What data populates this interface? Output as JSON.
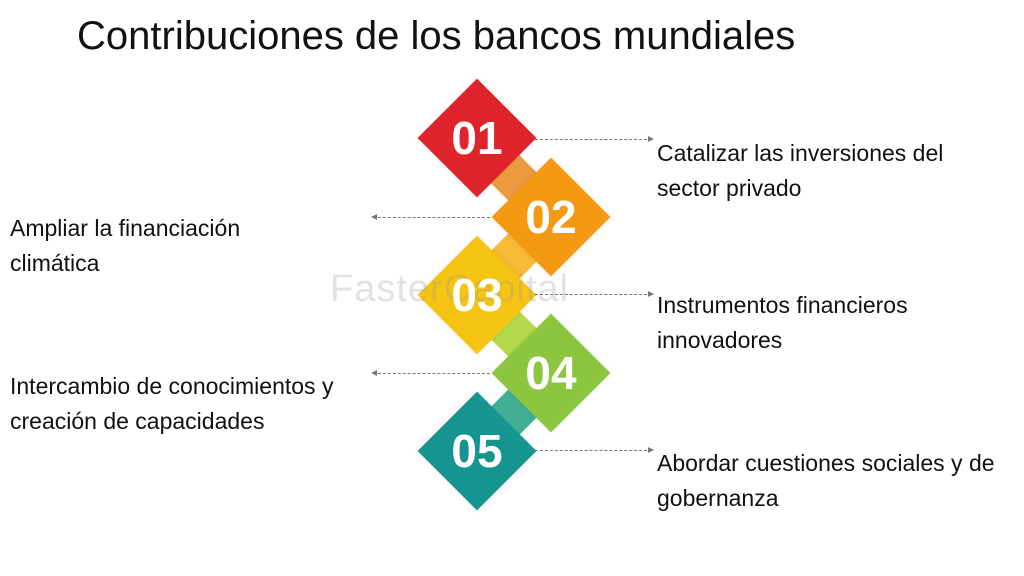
{
  "title": "Contribuciones de los bancos mundiales",
  "watermark": "FasterCapital",
  "items": [
    {
      "number": "01",
      "color": "#e0242b",
      "text": "Catalizar las inversiones del sector privado"
    },
    {
      "number": "02",
      "color": "#f39a12",
      "text": "Ampliar la financiación climática"
    },
    {
      "number": "03",
      "color": "#f6c514",
      "text": "Instrumentos financieros innovadores"
    },
    {
      "number": "04",
      "color": "#8cc63f",
      "text": "Intercambio de conocimientos y creación de capacidades"
    },
    {
      "number": "05",
      "color": "#16948f",
      "text": "Abordar cuestiones sociales y de gobernanza"
    }
  ]
}
